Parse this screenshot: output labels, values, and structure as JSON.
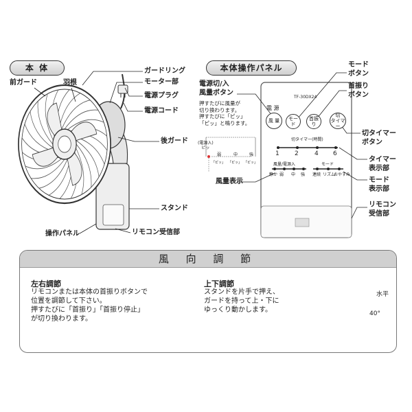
{
  "main_body": {
    "title": "本 体",
    "labels": {
      "front_guard": "前ガード",
      "blade": "羽根",
      "guard_ring": "ガードリング",
      "motor": "モーター部",
      "plug": "電源プラグ",
      "cord": "電源コード",
      "rear_guard": "後ガード",
      "stand": "スタンド",
      "panel": "操作パネル",
      "receiver": "リモコン受信部"
    }
  },
  "control_panel": {
    "title": "本体操作パネル",
    "model": "TF-30DX24",
    "labels": {
      "mode_button": [
        "モード",
        "ボタン"
      ],
      "swing_button": [
        "首振り",
        "ボタン"
      ],
      "power_button": [
        "電源切/入",
        "風量ボタン"
      ],
      "power_note": [
        "押すたびに風量が",
        "切り換わります。",
        "押すたびに「ピッ」",
        "「ピッ」と鳴ります。"
      ],
      "timer_button": [
        "切タイマー",
        "ボタン"
      ],
      "timer_display": [
        "タイマー",
        "表示部"
      ],
      "mode_display": [
        "モード",
        "表示部"
      ],
      "remote_receiver": [
        "リモコン",
        "受信部"
      ],
      "wind_display": "風量表示"
    },
    "panel_text": {
      "power_label": "電 源",
      "btn_power": "風 量",
      "btn_mode": "モード",
      "btn_swing": "首振り",
      "btn_timer": [
        "切",
        "タイマー"
      ],
      "timer_title": "切タイマー(時間)",
      "timer_values": [
        "1",
        "2",
        "4",
        "6"
      ],
      "wind_title": "風量/電源入",
      "wind_values": [
        "静か",
        "弱",
        "中",
        "強"
      ],
      "mode_title": "モード",
      "mode_values": [
        "連続",
        "リズム",
        "おやすみ"
      ]
    },
    "flow": {
      "start": [
        "(電源入)",
        "ピッ"
      ],
      "steps": [
        "弱",
        "中",
        "強"
      ],
      "beeps": [
        "「ピッ」",
        "「ピッ」",
        "「ピッ」"
      ]
    }
  },
  "direction": {
    "header": "風 向 調 節",
    "horizontal": {
      "title": "左右調節",
      "text": [
        "リモコンまたは本体の首振りボタンで",
        "位置を調節して下さい。",
        "押すたびに「首振り」「首振り停止」",
        "が切り換わります。"
      ]
    },
    "vertical": {
      "title": "上下調節",
      "text": [
        "スタンドを片手で押え、",
        "ガードを持って上・下に",
        "ゆっくり動かします。"
      ],
      "horizontal_label": "水平",
      "angle_label": "40°"
    }
  }
}
